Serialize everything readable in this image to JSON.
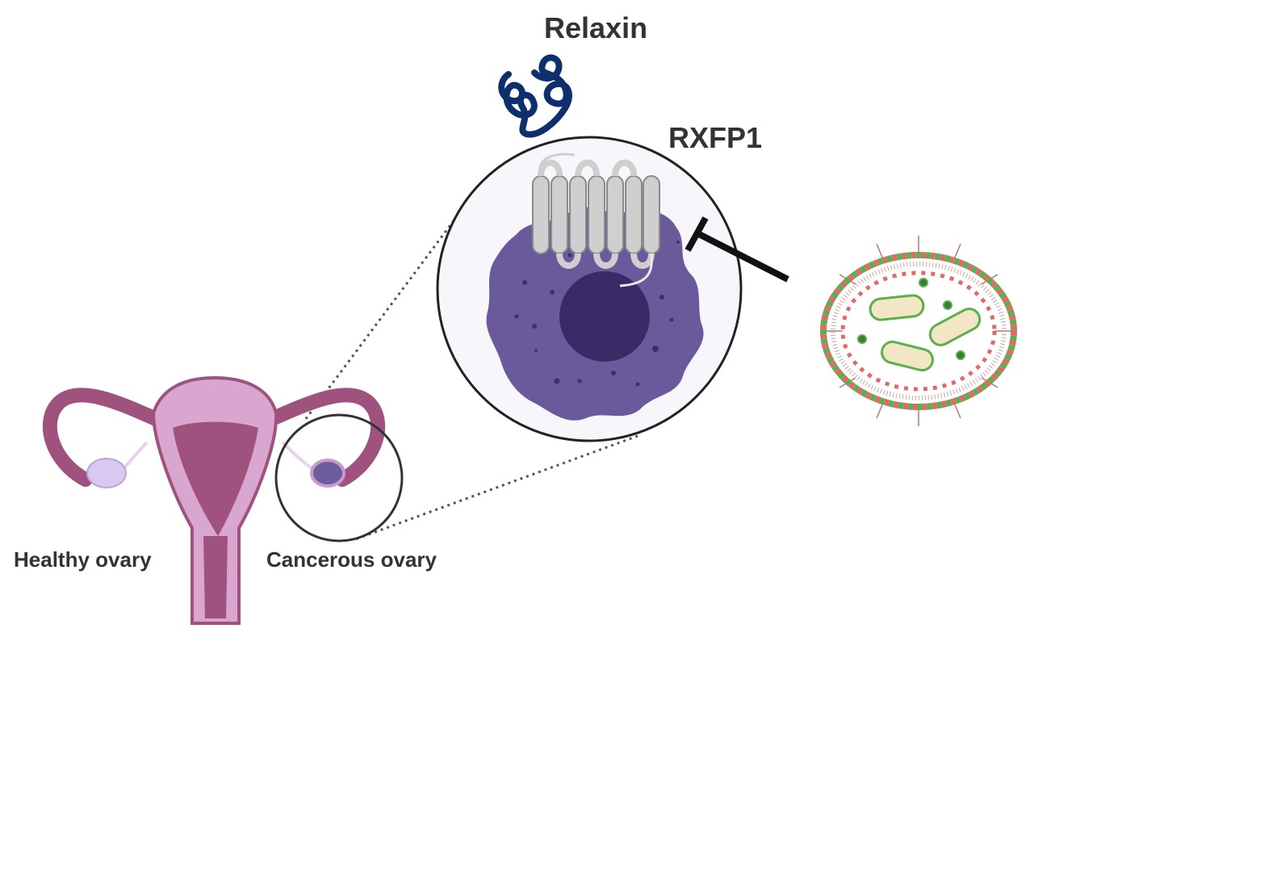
{
  "labels": {
    "relaxin": "Relaxin",
    "receptor": "RXFP1",
    "healthy_ovary": "Healthy ovary",
    "cancerous_ovary": "Cancerous ovary"
  },
  "colors": {
    "relaxin": "#0d2f6b",
    "receptor": "#cfcfcf",
    "cell_body": "#6a5a9c",
    "nucleus": "#3a2b66",
    "uterus_dark": "#a0527f",
    "uterus_light": "#d9a6cf",
    "ovary_healthy": "#d8c9f0",
    "ovary_cancer": "#6d5c9e",
    "lipid_head_red": "#e06a6a",
    "lipid_head_green": "#5ab04a"
  },
  "icons": [
    "relaxin-protein-icon",
    "rxfp1-receptor-icon",
    "cancer-cell-icon",
    "uterus-icon",
    "nanoparticle-icon",
    "inhibition-arrow-icon"
  ]
}
